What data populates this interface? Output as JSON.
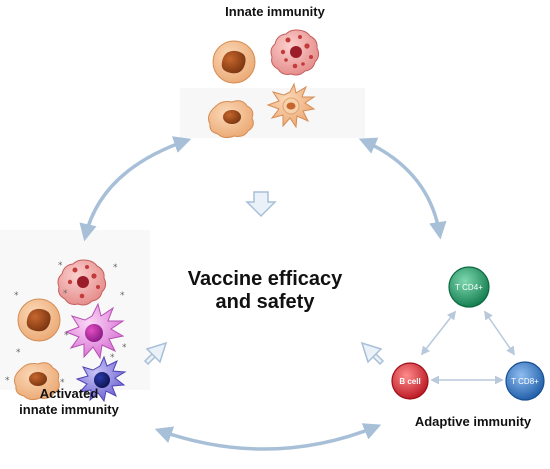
{
  "labels": {
    "innate": "Innate immunity",
    "activated_line1": "Activated",
    "activated_line2": "innate immunity",
    "adaptive": "Adaptive immunity",
    "center_line1": "Vaccine efficacy",
    "center_line2": "and safety"
  },
  "adaptive_cells": {
    "cd4": "T CD4+",
    "cd8": "T CD8+",
    "bcell": "B cell"
  },
  "colors": {
    "cycle_arrow": "#a8bfd8",
    "block_arrow_fill": "#eaf1f8",
    "block_arrow_stroke": "#a8bfd8",
    "panel_bg": "#f7f7f7",
    "cd4": "#1f9f6a",
    "cd8": "#2f78c4",
    "bcell": "#d8303a",
    "monocyte": "#f3bc8a",
    "mast_cell": "#e8868a",
    "dendritic": "#f5c7a0",
    "activated_pink": "#e27be0",
    "activated_purple": "#7a70d9"
  },
  "icons": [
    "monocyte-cell-icon",
    "mast-cell-icon",
    "macrophage-cell-icon",
    "dendritic-cell-icon",
    "stimulus-star-icon"
  ]
}
